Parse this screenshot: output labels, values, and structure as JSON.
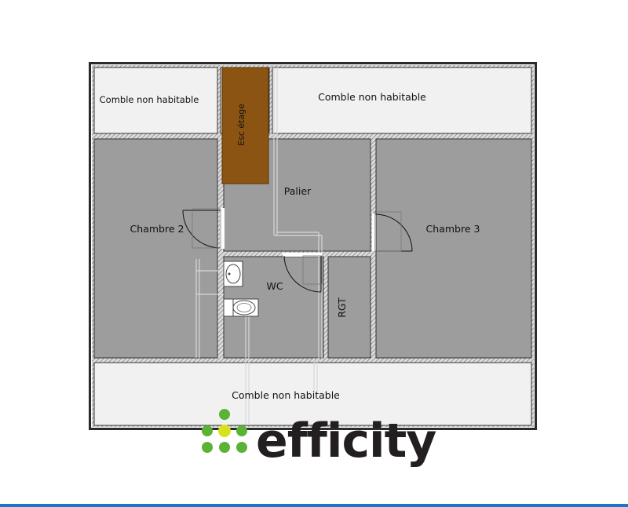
{
  "rooms": {
    "comble_top_left": "Comble non habitable",
    "comble_top_right": "Comble non habitable",
    "esc": "Esc étage",
    "palier": "Palier",
    "chambre2": "Chambre 2",
    "chambre3": "Chambre 3",
    "wc": "WC",
    "rgt": "RGT",
    "comble_bottom": "Comble non habitable"
  },
  "logo": {
    "text": "efficity"
  },
  "colors": {
    "room_fill": "#9d9d9d",
    "comble_fill": "#f1f1f1",
    "stair_fill": "#8b5413",
    "logo_green": "#5bb335",
    "logo_yellow": "#d7e11d",
    "bottom_rule": "#1f73c9"
  }
}
